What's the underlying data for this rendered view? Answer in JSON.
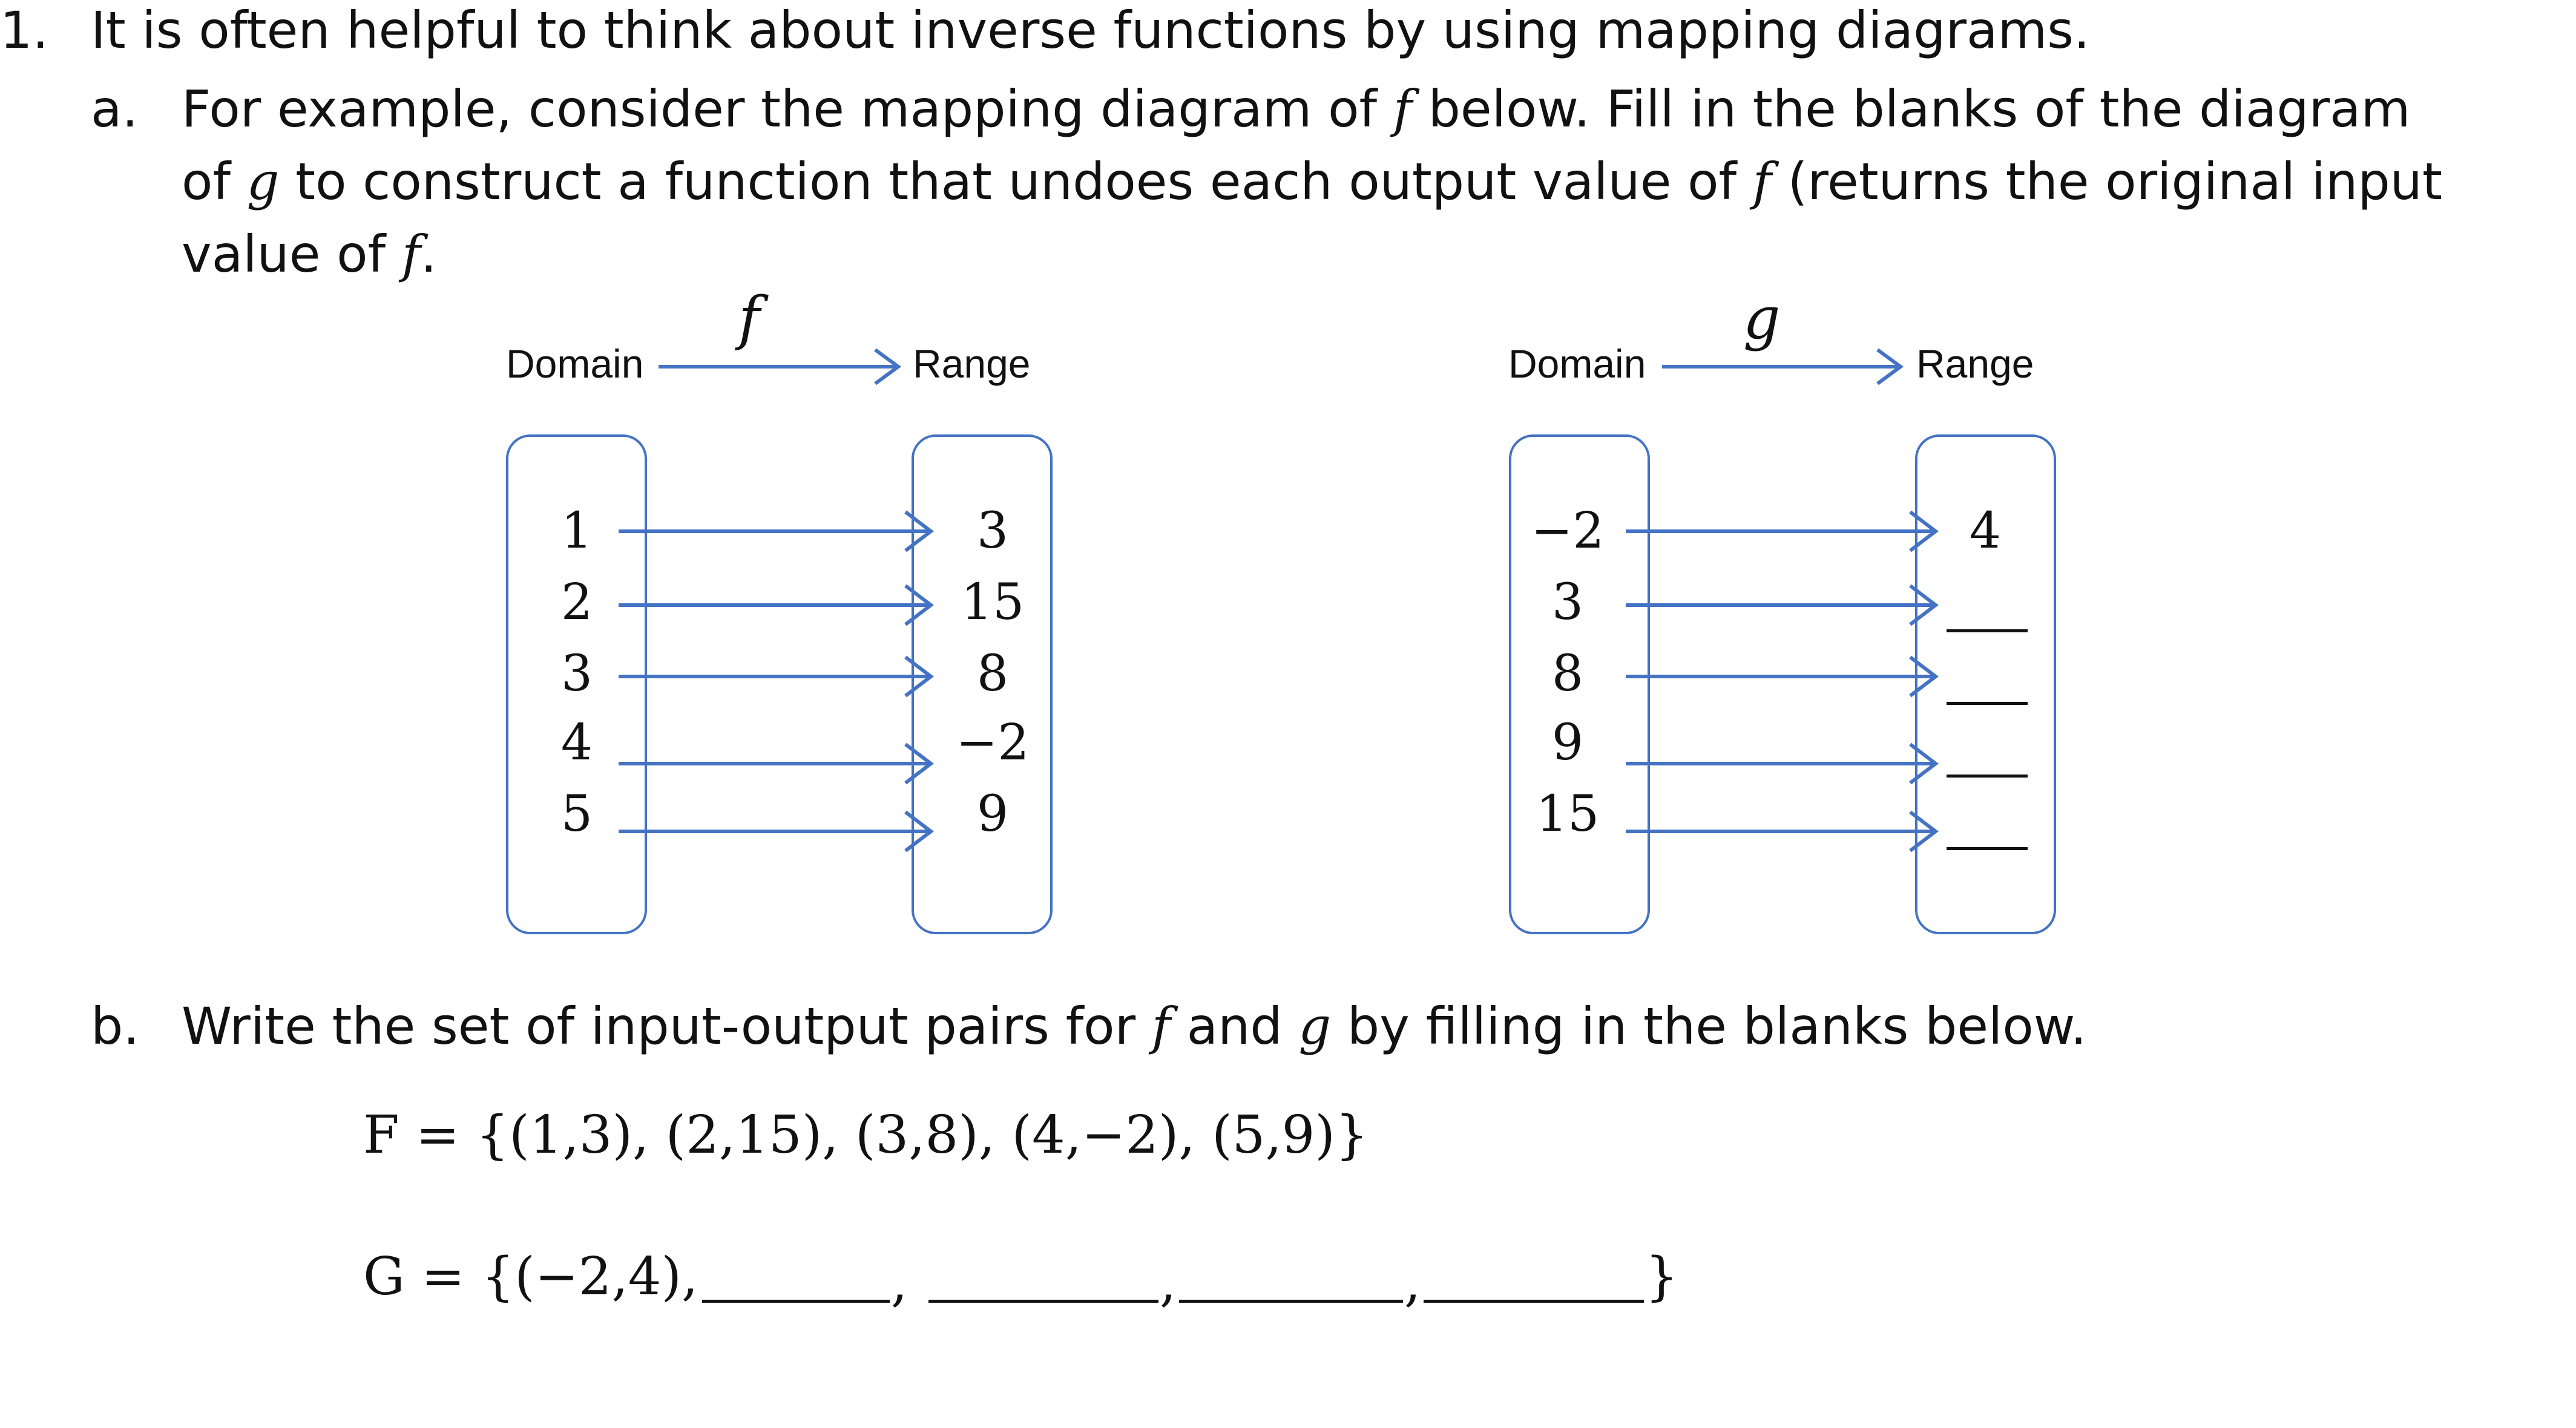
{
  "question": {
    "number": "1.",
    "intro": "It is often helpful to think about inverse functions by using mapping diagrams.",
    "part_a": {
      "letter": "a.",
      "line1_pre": "For example, consider the mapping diagram of ",
      "line1_post": " below. Fill in the blanks of the diagram",
      "line2_pre": "of ",
      "line2_mid": " to construct a function that undoes each output value of ",
      "line2_post": " (returns the original input",
      "line3_pre": "value of ",
      "line3_post": "."
    },
    "part_b": {
      "letter": "b.",
      "text_pre": "Write the set of input-output pairs for ",
      "text_mid": " and ",
      "text_post": " by filling in the blanks below."
    }
  },
  "symbols": {
    "f": "f",
    "g": "g"
  },
  "diagram_f": {
    "function_label": "f",
    "domain_label": "Domain",
    "range_label": "Range",
    "domain": [
      "1",
      "2",
      "3",
      "4",
      "5"
    ],
    "range": [
      "3",
      "15",
      "8",
      "−2",
      "9"
    ]
  },
  "diagram_g": {
    "function_label": "g",
    "domain_label": "Domain",
    "range_label": "Range",
    "domain": [
      "−2",
      "3",
      "8",
      "9",
      "15"
    ],
    "range": [
      "4",
      "",
      "",
      "",
      ""
    ]
  },
  "sets": {
    "F": "F = {(1,3), (2,15), (3,8), (4,−2), (5,9)}",
    "G_prefix": "G = {(−2,4), ",
    "G_suffix": "}"
  },
  "colors": {
    "arrow": "#4472c4",
    "box_border": "#4472c4",
    "text": "#111111"
  }
}
